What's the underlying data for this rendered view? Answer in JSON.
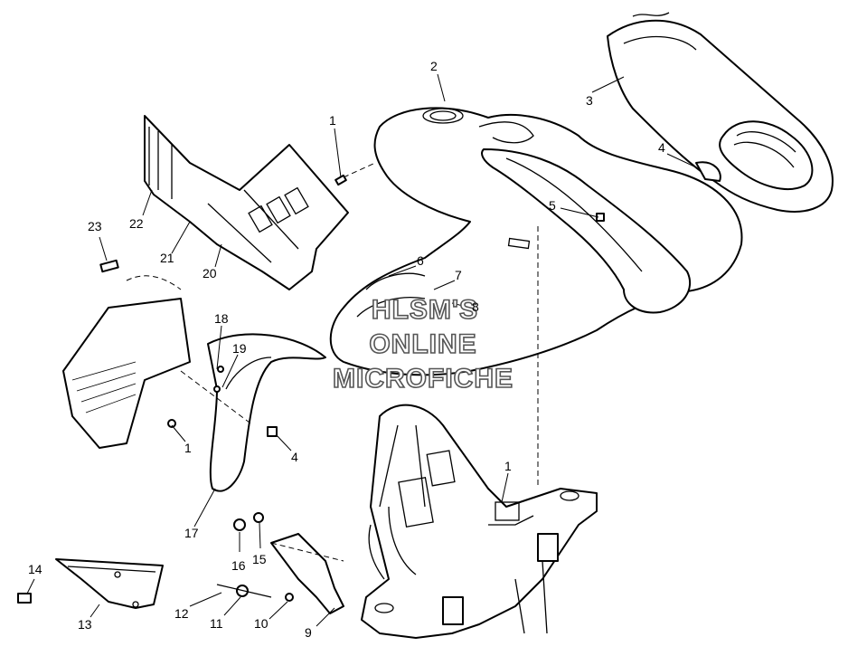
{
  "watermark": {
    "line1": "HLSM'S",
    "line2": "ONLINE",
    "line3": "MICROFICHE"
  },
  "callouts": [
    {
      "id": "c1a",
      "label": "1"
    },
    {
      "id": "c2",
      "label": "2"
    },
    {
      "id": "c3",
      "label": "3"
    },
    {
      "id": "c4a",
      "label": "4"
    },
    {
      "id": "c5",
      "label": "5"
    },
    {
      "id": "c6",
      "label": "6"
    },
    {
      "id": "c7",
      "label": "7"
    },
    {
      "id": "c8",
      "label": "8"
    },
    {
      "id": "c18",
      "label": "18"
    },
    {
      "id": "c19",
      "label": "19"
    },
    {
      "id": "c1b",
      "label": "1"
    },
    {
      "id": "c4b",
      "label": "4"
    },
    {
      "id": "c1c",
      "label": "1"
    },
    {
      "id": "c17",
      "label": "17"
    },
    {
      "id": "c16",
      "label": "16"
    },
    {
      "id": "c15",
      "label": "15"
    },
    {
      "id": "c14",
      "label": "14"
    },
    {
      "id": "c13",
      "label": "13"
    },
    {
      "id": "c12",
      "label": "12"
    },
    {
      "id": "c11",
      "label": "11"
    },
    {
      "id": "c10",
      "label": "10"
    },
    {
      "id": "c9",
      "label": "9"
    },
    {
      "id": "c20",
      "label": "20"
    },
    {
      "id": "c21",
      "label": "21"
    },
    {
      "id": "c22",
      "label": "22"
    },
    {
      "id": "c23",
      "label": "23"
    }
  ]
}
